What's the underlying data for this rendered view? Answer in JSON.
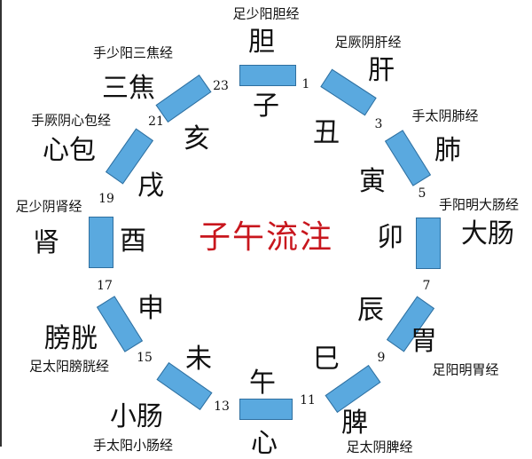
{
  "title": "子午流注",
  "colors": {
    "block": "#5aa9df",
    "title": "#c8161d"
  },
  "hours": [
    "1",
    "3",
    "5",
    "7",
    "9",
    "11",
    "13",
    "15",
    "17",
    "19",
    "21",
    "23"
  ],
  "branches": {
    "zi": "子",
    "chou": "丑",
    "yin": "寅",
    "mao": "卯",
    "chen": "辰",
    "si": "巳",
    "wu": "午",
    "wei": "未",
    "shen": "申",
    "you": "酉",
    "xu": "戌",
    "hai": "亥"
  },
  "organs": {
    "dan": "胆",
    "gan": "肝",
    "fei": "肺",
    "dachang": "大肠",
    "wei": "胃",
    "pi": "脾",
    "xin": "心",
    "xiaochang": "小肠",
    "pangguang": "膀胱",
    "shen": "肾",
    "xinbao": "心包",
    "sanjiao": "三焦"
  },
  "meridians": {
    "dan": "足少阳胆经",
    "gan": "足厥阴肝经",
    "fei": "手太阴肺经",
    "dachang": "手阳明大肠经",
    "wei": "足阳明胃经",
    "pi": "足太阴脾经",
    "xiaochang": "手太阳小肠经",
    "pangguang": "足太阳膀胱经",
    "shen": "足少阴肾经",
    "xinbao": "手厥阴心包经",
    "sanjiao": "手少阳三焦经"
  }
}
